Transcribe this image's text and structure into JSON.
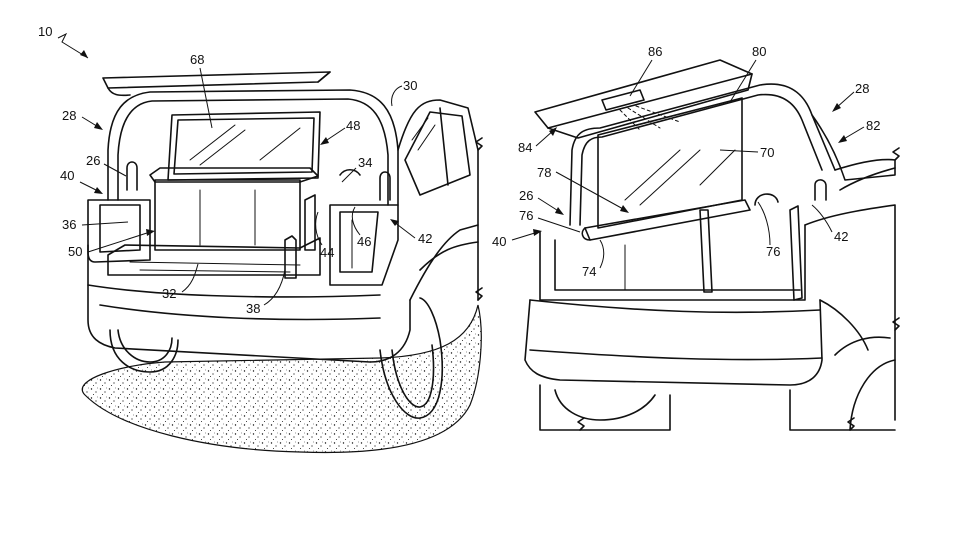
{
  "figure_left": {
    "labels": {
      "ref_10": "10",
      "ref_68": "68",
      "ref_30": "30",
      "ref_28": "28",
      "ref_48": "48",
      "ref_26": "26",
      "ref_34": "34",
      "ref_40": "40",
      "ref_36": "36",
      "ref_42": "42",
      "ref_50": "50",
      "ref_46": "46",
      "ref_44": "44",
      "ref_32": "32",
      "ref_38": "38"
    }
  },
  "figure_right": {
    "labels": {
      "ref_86": "86",
      "ref_80": "80",
      "ref_28": "28",
      "ref_82": "82",
      "ref_84": "84",
      "ref_70": "70",
      "ref_78": "78",
      "ref_26": "26",
      "ref_76a": "76",
      "ref_40": "40",
      "ref_42": "42",
      "ref_76b": "76",
      "ref_74": "74"
    }
  }
}
